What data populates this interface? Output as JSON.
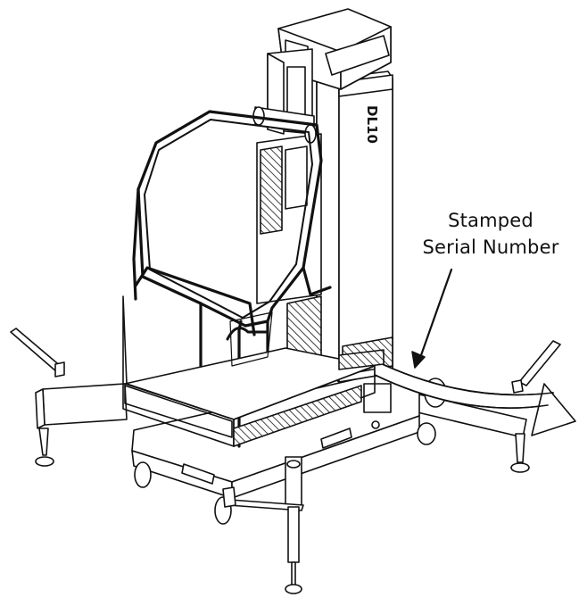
{
  "callout": {
    "line1": "Stamped",
    "line2": "Serial Number"
  },
  "mast_marking": "DL10",
  "colors": {
    "ink": "#111111",
    "paper": "#ffffff"
  }
}
